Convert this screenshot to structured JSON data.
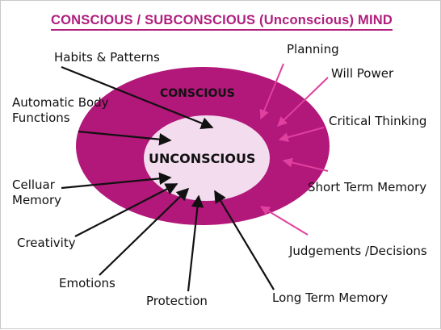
{
  "title": "CONSCIOUS / SUBCONSCIOUS (Unconscious) MIND",
  "outer_label": "CONSCIOUS",
  "inner_label": "UNCONSCIOUS",
  "colors": {
    "title": "#b01e7e",
    "outer_ring": "#b2177a",
    "inner_circle": "#f2dcee",
    "pink_arrow": "#e0409e",
    "black_arrow": "#111111"
  },
  "unconscious_items": {
    "habits": "Habits & Patterns",
    "automatic_line1": "Automatic Body",
    "automatic_line2": "Functions",
    "cellular_line1": "Celluar",
    "cellular_line2": "Memory",
    "creativity": "Creativity",
    "emotions": "Emotions",
    "protection": "Protection",
    "long_term": "Long Term Memory"
  },
  "conscious_items": {
    "planning": "Planning",
    "will_power": "Will Power",
    "critical_thinking": "Critical Thinking",
    "short_term": "Short Term Memory",
    "judgements": "Judgements /Decisions"
  }
}
